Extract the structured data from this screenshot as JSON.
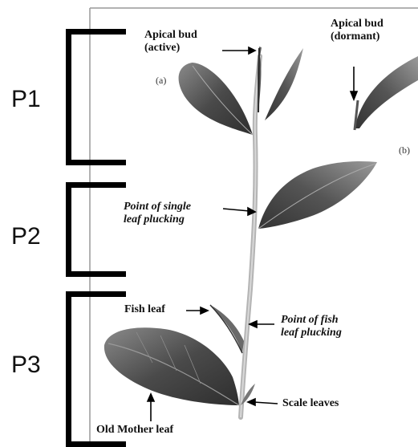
{
  "phases": [
    {
      "label": "P1"
    },
    {
      "label": "P2"
    },
    {
      "label": "P3"
    }
  ],
  "annotations": {
    "apical_bud_active": {
      "line1": "Apical bud",
      "line2": "(active)"
    },
    "apical_bud_dormant": {
      "line1": "Apical bud",
      "line2": "(dormant)"
    },
    "point_single_leaf": {
      "line1": "Point of single",
      "line2": "leaf plucking"
    },
    "fish_leaf": "Fish leaf",
    "point_fish_leaf": {
      "line1": "Point of fish",
      "line2": "leaf plucking"
    },
    "scale_leaves": "Scale leaves",
    "old_mother_leaf": "Old Mother leaf"
  },
  "panels": {
    "a": "(a)",
    "b": "(b)"
  },
  "colors": {
    "bracket": "#000000",
    "leaf_dark": "#4a4a4a",
    "leaf_mid": "#7a7a7a",
    "stem": "#b8b8b8"
  }
}
